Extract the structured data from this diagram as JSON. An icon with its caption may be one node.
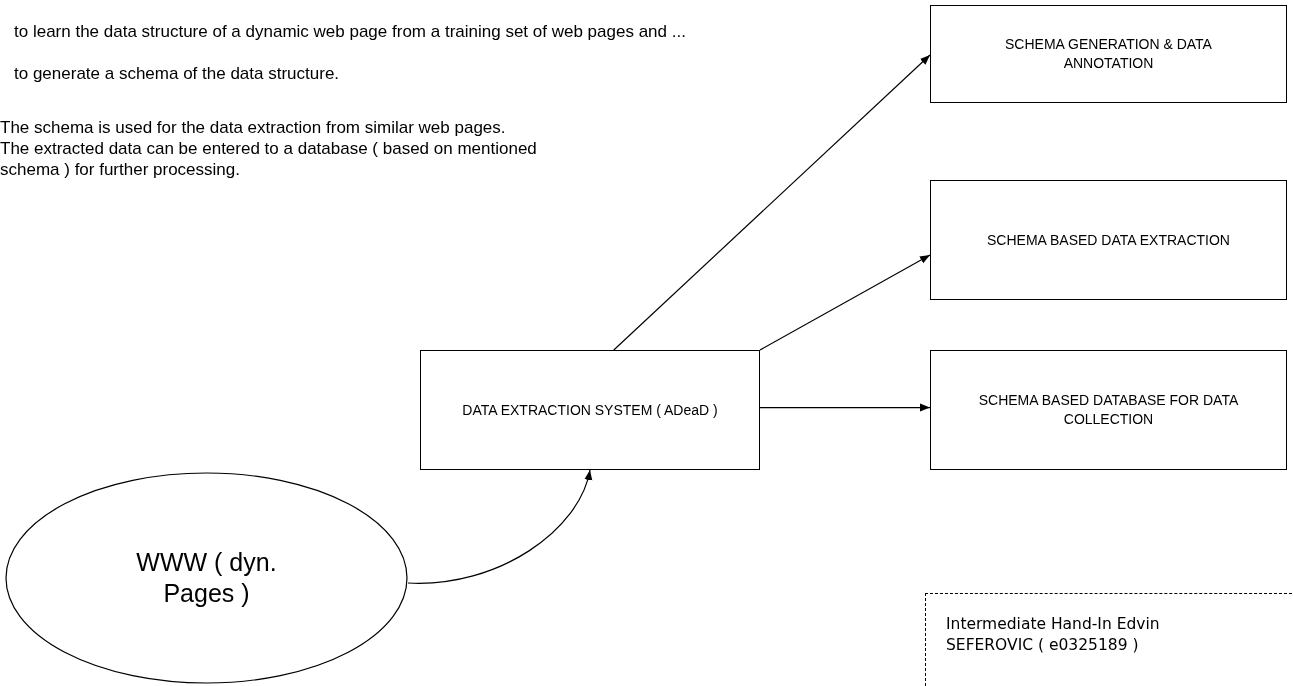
{
  "diagram": {
    "nodes": [
      {
        "text": [
          "WWW ( dyn. Pages )"
        ]
      },
      {
        "text": [
          "DATA EXTRACTION SYSTEM ( ADeaD )"
        ]
      },
      {
        "text": [
          "SCHEMA GENERATION & DATA ANNOTATION"
        ]
      },
      {
        "text": [
          "SCHEMA BASED DATA EXTRACTION"
        ]
      },
      {
        "text": [
          "SCHEMA BASED DATABASE FOR DATA COLLECTION"
        ]
      },
      {
        "text": [
          "Intermediate Hand-In Edvin SEFEROVIC ( e0325189 )"
        ]
      }
    ],
    "edges": [
      {
        "from": 0,
        "to": 1,
        "arrow": "to"
      },
      {
        "from": 1,
        "to": 2,
        "arrow": "to"
      },
      {
        "from": 1,
        "to": 3,
        "arrow": "to"
      },
      {
        "from": 1,
        "to": 4,
        "arrow": "to"
      }
    ],
    "labels": [
      "to learn the data structure of a dynamic web page from a training set of web pages and ...",
      "to generate a schema of the data structure.",
      "The schema is used for the data extraction from similar web pages.",
      "The extracted data can be entered to a database ( based on mentioned schema ) for further processing."
    ]
  }
}
